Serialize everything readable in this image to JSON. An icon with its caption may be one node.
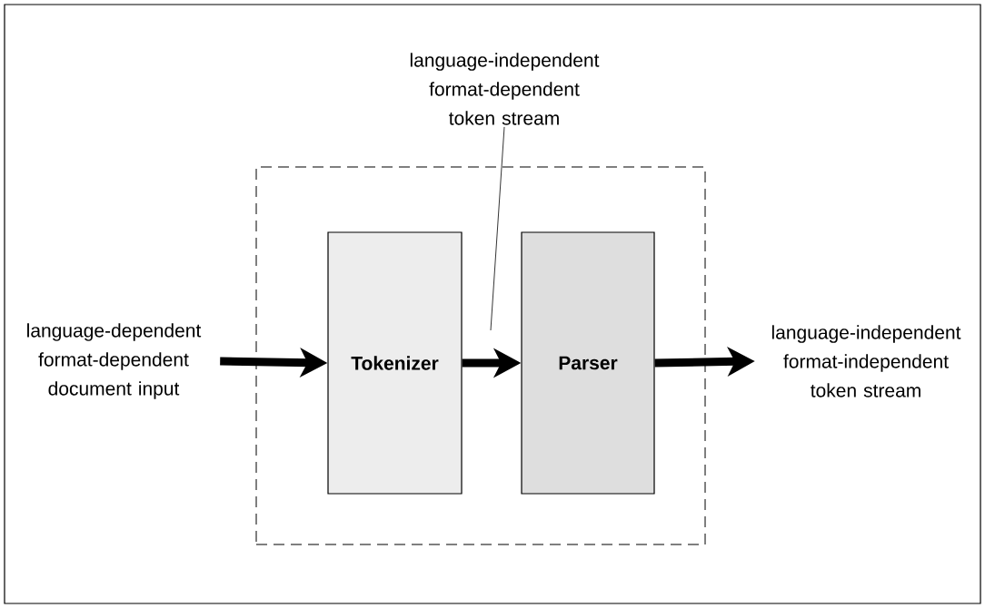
{
  "diagram": {
    "nodes": [
      {
        "text": [],
        "shape": "box"
      },
      {
        "text": [
          "Tokenizer"
        ],
        "in": 0
      },
      {
        "text": [
          "Parser"
        ],
        "in": 0
      },
      {
        "text": [
          "language-dependent format-dependent document input"
        ]
      },
      {
        "text": [
          "language-independent format-independent token stream"
        ]
      },
      {
        "text": [
          "language-independent format-dependent token stream"
        ]
      }
    ],
    "edges": [
      {
        "from": 3,
        "to": 1,
        "arrow": "to"
      },
      {
        "from": 1,
        "to": 2,
        "arrow": "to"
      },
      {
        "from": 2,
        "to": 4,
        "arrow": "to"
      },
      {
        "from": 5,
        "to": null,
        "arrow": "none"
      }
    ]
  }
}
